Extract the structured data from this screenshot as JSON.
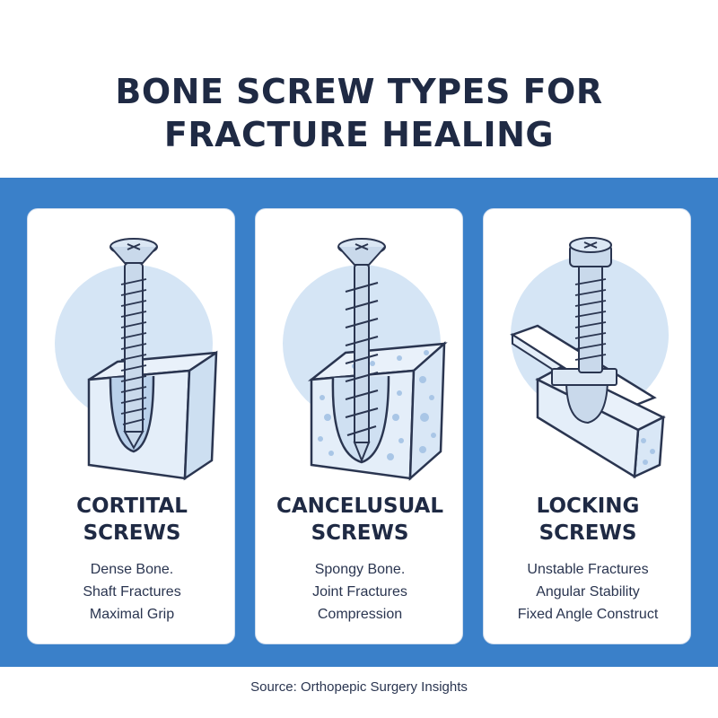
{
  "title": {
    "line1": "BONE SCREW TYPES FOR",
    "line2": "FRACTURE HEALING"
  },
  "cards": [
    {
      "name_line1": "CORTITAL",
      "name_line2": "SCREWS",
      "lines": [
        "Dense Bone.",
        "Shaft Fractures",
        "Maximal Grip"
      ]
    },
    {
      "name_line1": "CANCELUSUAL",
      "name_line2": "SCREWS",
      "lines": [
        "Spongy Bone.",
        "Joint Fractures",
        "Compression"
      ]
    },
    {
      "name_line1": "LOCKING",
      "name_line2": "SCREWS",
      "lines": [
        "Unstable Fractures",
        "Angular Stability",
        "Fixed Angle Construct"
      ]
    }
  ],
  "source": "Source: Orthopepic Surgery Insights",
  "colors": {
    "band": "#3a80c9",
    "title_text": "#1f2a44",
    "screw_metal": "#c9d9eb",
    "bone_fill": "#e4eef9",
    "halo": "#d5e5f5"
  },
  "icons": [
    "cortical-screw-illustration",
    "cancellous-screw-illustration",
    "locking-screw-illustration"
  ]
}
